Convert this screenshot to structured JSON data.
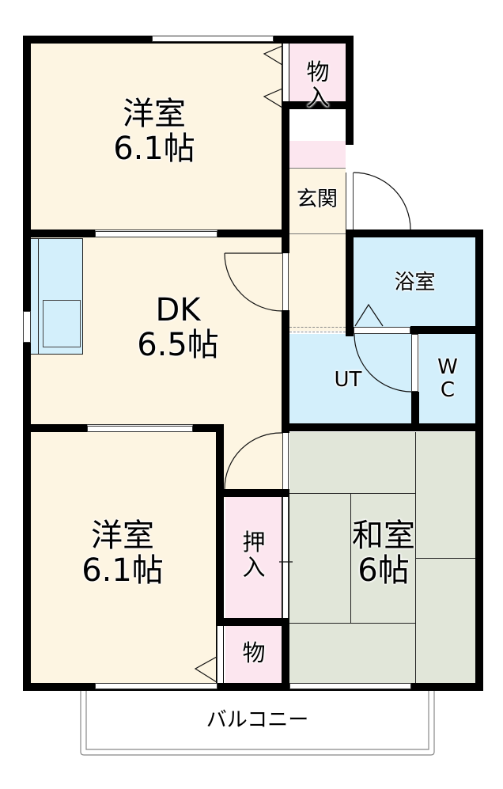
{
  "floorplan": {
    "rooms": {
      "western_top": {
        "name": "洋室",
        "size": "6.1帖"
      },
      "dk": {
        "name": "DK",
        "size": "6.5帖"
      },
      "western_bottom": {
        "name": "洋室",
        "size": "6.1帖"
      },
      "japanese": {
        "name": "和室",
        "size": "6帖"
      },
      "closet_top": {
        "line1": "物",
        "line2": "入"
      },
      "closet_oshiire": {
        "line1": "押",
        "line2": "入"
      },
      "closet_bottom": {
        "label": "物"
      },
      "entrance": {
        "label": "玄関"
      },
      "bathroom": {
        "label": "浴室"
      },
      "utility": {
        "label": "UT"
      },
      "toilet": {
        "line1": "W",
        "line2": "C"
      },
      "balcony": {
        "label": "バルコニー"
      }
    },
    "colors": {
      "western": "#fdf5e2",
      "storage": "#fce6ef",
      "wet_area": "#d3effb",
      "tatami": "#e1e6d9",
      "wall": "#000000"
    }
  }
}
